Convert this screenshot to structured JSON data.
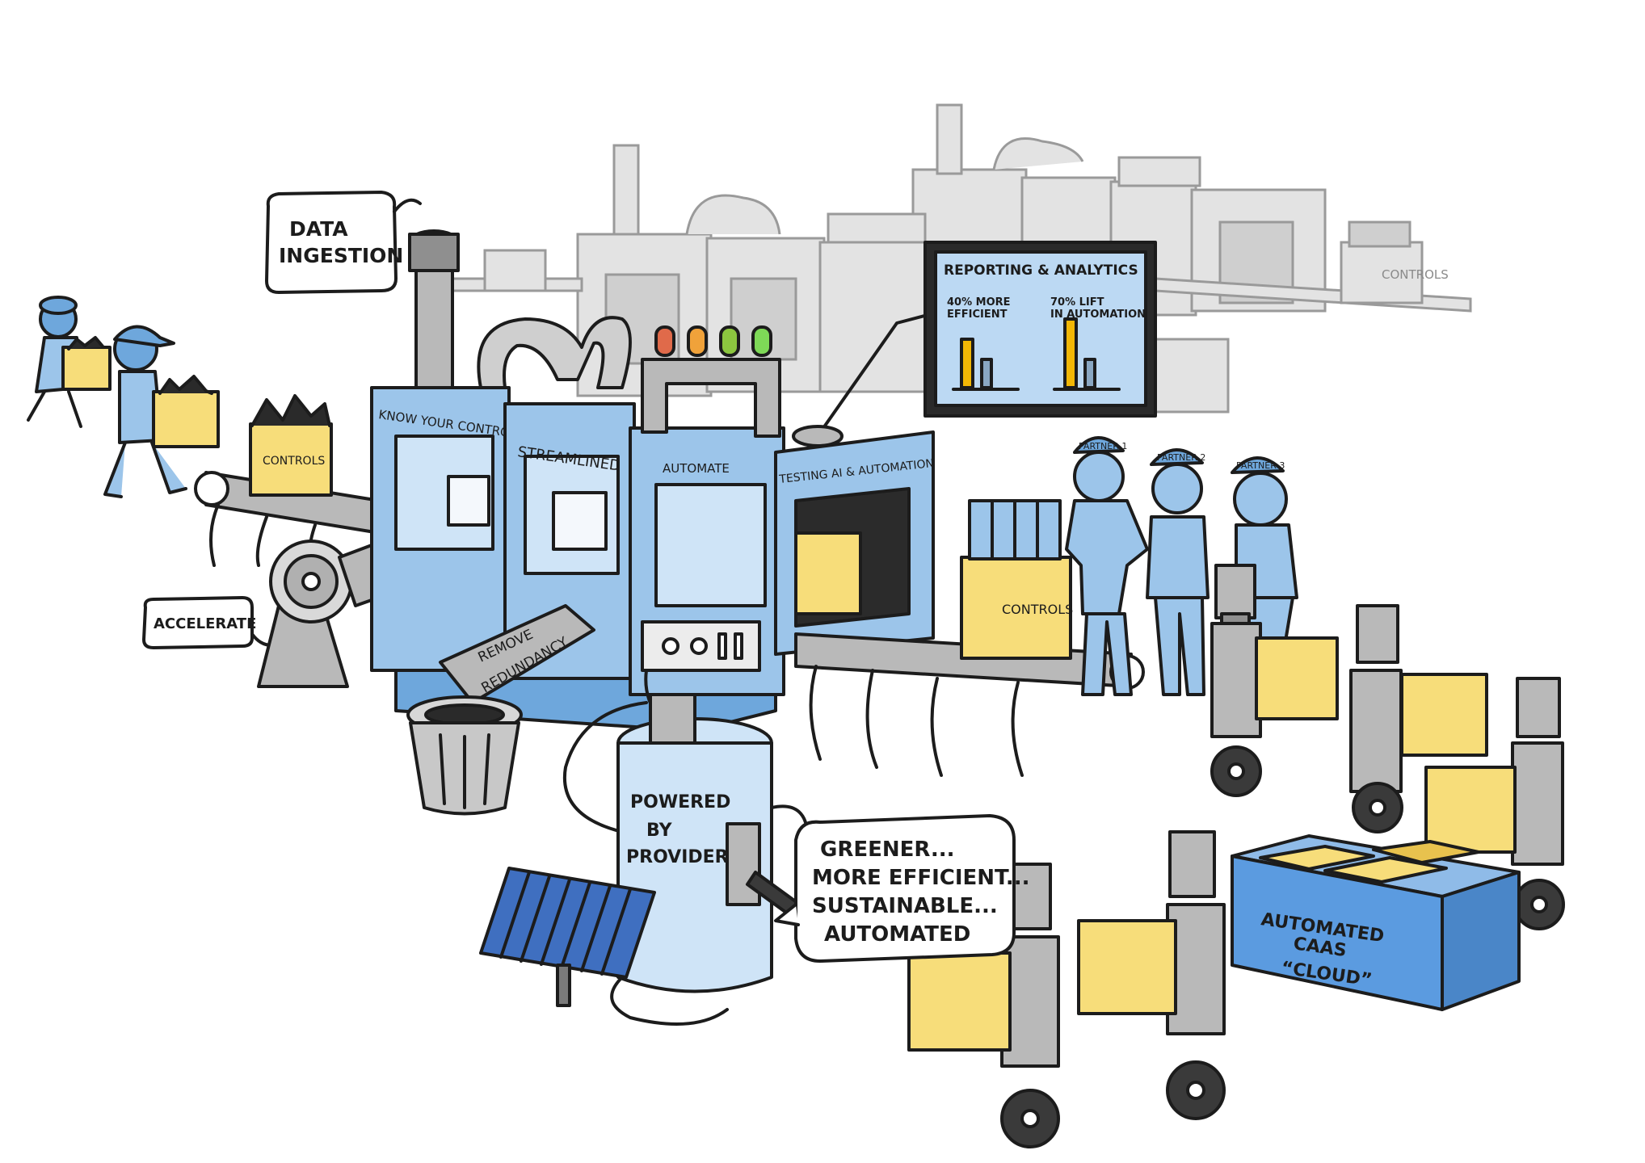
{
  "labels": {
    "data_ingestion": "DATA INGESTION",
    "accelerate": "ACCELERATE",
    "know_your_controls": "KNOW YOUR CONTROLS",
    "streamlined": "STREAMLINED",
    "automate": "AUTOMATE",
    "testing": "TESTING AI & AUTOMATION",
    "remove": "REMOVE",
    "redundancy": "REDUNDANCY",
    "powered_by_provider": "POWERED BY PROVIDER",
    "controls_small": "CONTROLS",
    "controls_big": "CONTROLS",
    "ghost_controls": "CONTROLS",
    "partner1": "PARTNER 1",
    "partner2": "PARTNER 2",
    "partner3": "PARTNER 3",
    "automated_caas_cloud": "AUTOMATED CAAS “CLOUD”"
  },
  "speech": {
    "line1": "GREENER...",
    "line2": "MORE EFFICIENT...",
    "line3": "SUSTAINABLE...",
    "line4": "AUTOMATED"
  },
  "monitor": {
    "title": "REPORTING & ANALYTICS",
    "stat1": "40% MORE EFFICIENT",
    "stat2": "70% LIFT IN AUTOMATION"
  },
  "colors": {
    "machine_blue": "#9cc5ea",
    "box_yellow": "#f7dd7a",
    "robot_gray": "#b9b9b9",
    "cloud_bin_blue": "#5b9be0",
    "light_red": "#e06a4a",
    "light_orange": "#f0a23a",
    "light_green": "#8cc63f",
    "light_lime": "#7ed957"
  }
}
